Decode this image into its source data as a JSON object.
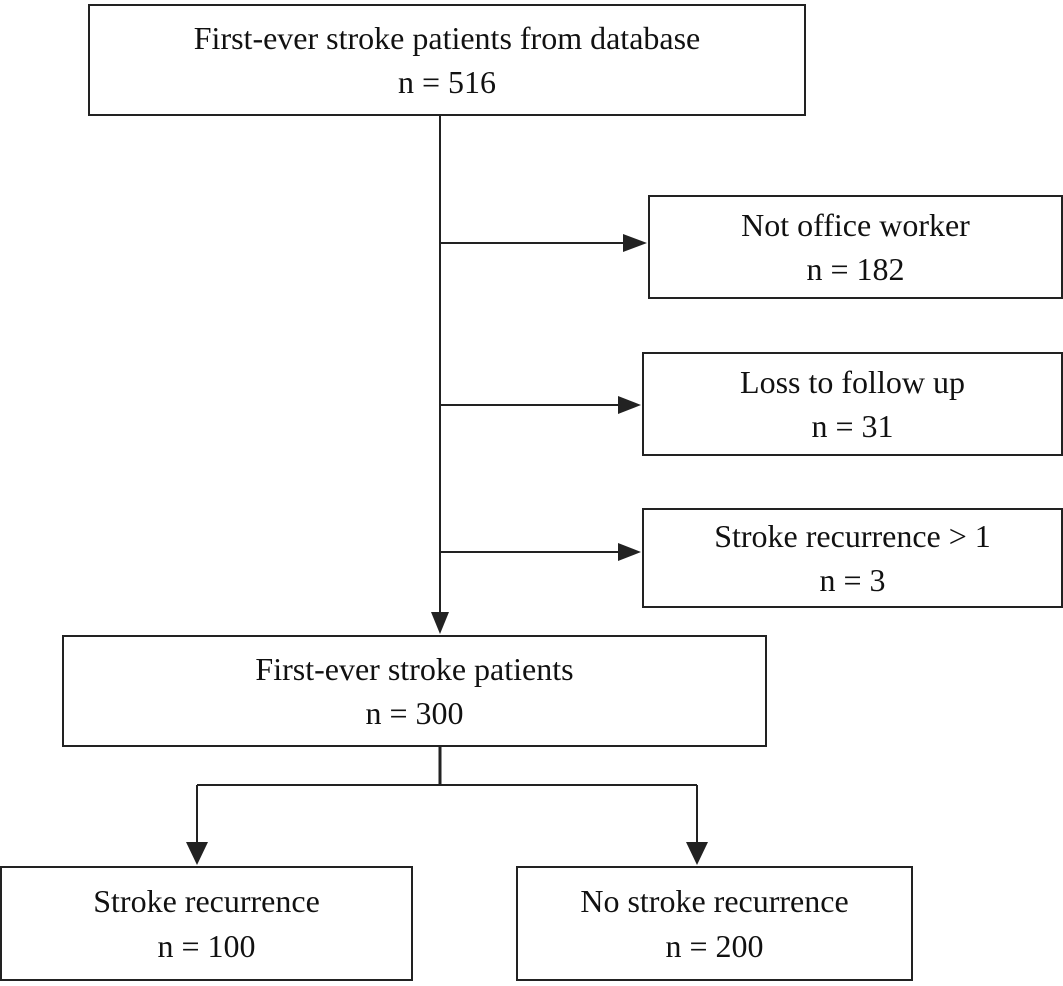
{
  "diagram": {
    "source": {
      "label": "First-ever stroke patients from database",
      "count": "n = 516"
    },
    "exclusions": [
      {
        "label": "Not office worker",
        "count": "n = 182"
      },
      {
        "label": "Loss to follow up",
        "count": "n = 31"
      },
      {
        "label": "Stroke recurrence > 1",
        "count": "n = 3"
      }
    ],
    "included": {
      "label": "First-ever stroke patients",
      "count": "n = 300"
    },
    "outcomes": [
      {
        "label": "Stroke recurrence",
        "count": "n = 100"
      },
      {
        "label": "No stroke recurrence",
        "count": "n = 200"
      }
    ],
    "line_color": "#222222"
  }
}
